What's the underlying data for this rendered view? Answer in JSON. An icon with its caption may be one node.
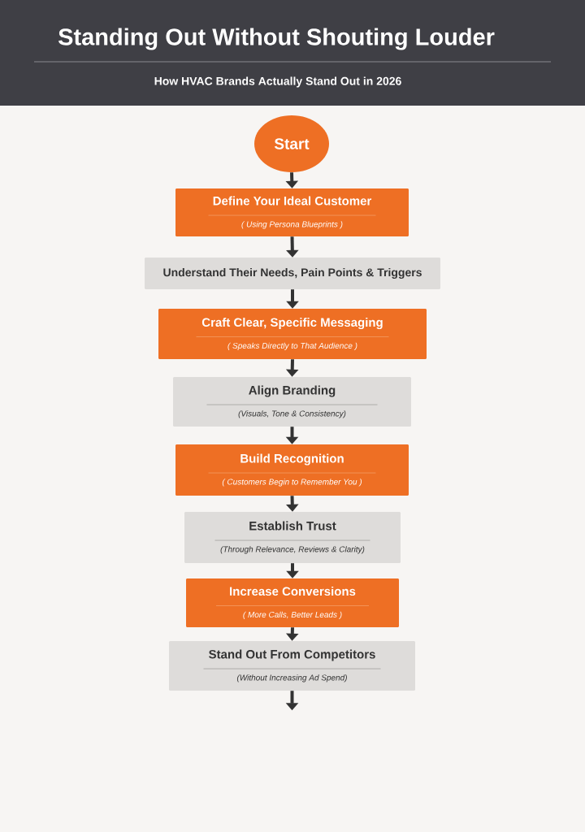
{
  "diagram": {
    "title": "Standing Out Without Shouting Louder",
    "nodes": [
      {
        "text": [
          "Start"
        ]
      },
      {
        "text": [
          "Define Your Ideal Customer",
          "( Using Persona Blueprints )"
        ]
      },
      {
        "text": [
          "Understand Their Needs, Pain Points & Triggers"
        ]
      },
      {
        "text": [
          "Craft Clear, Specific Messaging",
          "( Speaks Directly to That Audience )"
        ]
      },
      {
        "text": [
          "Align Branding",
          "(Visuals, Tone & Consistency)"
        ]
      },
      {
        "text": [
          "Build Recognition",
          "( Customers Begin to Remember You )"
        ]
      },
      {
        "text": [
          "Establish Trust",
          "(Through Relevance, Reviews & Clarity)"
        ]
      },
      {
        "text": [
          "Increase Conversions",
          "( More Calls, Better Leads )"
        ]
      },
      {
        "text": [
          "Stand Out From Competitors",
          "(Without Increasing Ad Spend)"
        ]
      }
    ],
    "edges": [
      {
        "from": 0,
        "to": 1,
        "arrow": "to"
      },
      {
        "from": 1,
        "to": 2,
        "arrow": "to"
      },
      {
        "from": 2,
        "to": 3,
        "arrow": "to"
      },
      {
        "from": 3,
        "to": 4,
        "arrow": "to"
      },
      {
        "from": 4,
        "to": 5,
        "arrow": "to"
      },
      {
        "from": 5,
        "to": 6,
        "arrow": "to"
      },
      {
        "from": 6,
        "to": 7,
        "arrow": "to"
      },
      {
        "from": 7,
        "to": 8,
        "arrow": "to"
      },
      {
        "from": 8,
        "to": null,
        "arrow": "to"
      }
    ],
    "labels": [
      "How HVAC Brands Actually Stand Out in 2026"
    ]
  }
}
